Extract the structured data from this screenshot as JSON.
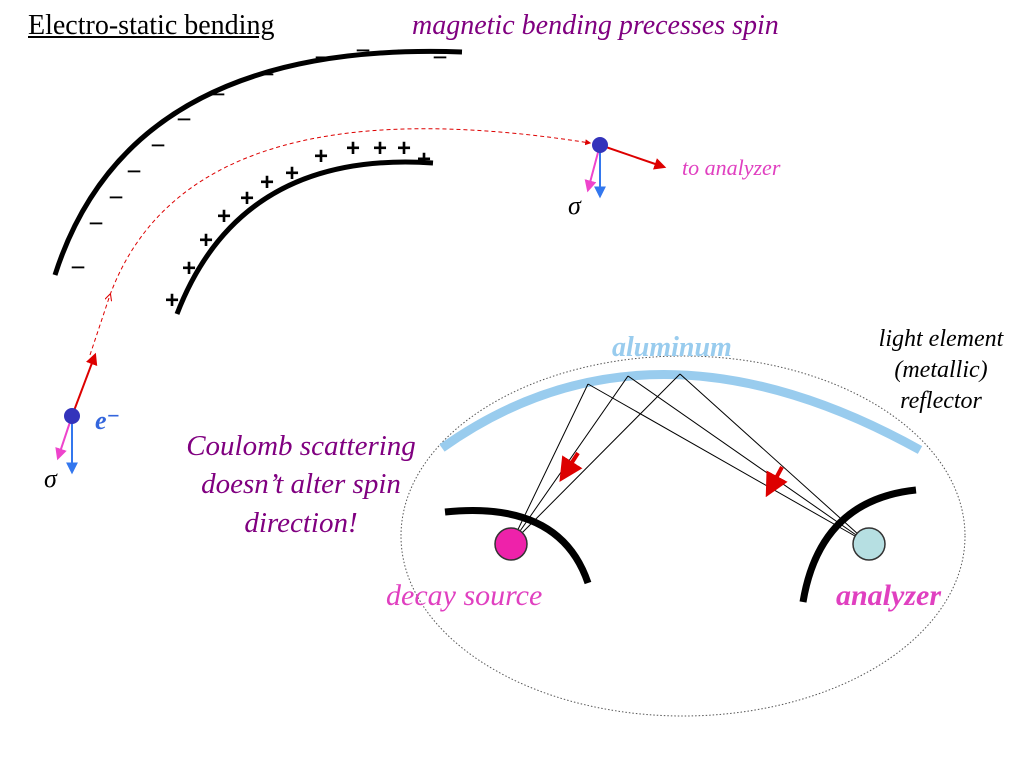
{
  "title": "Electro-static bending",
  "magnetic_note": "magnetic bending precesses spin",
  "to_analyzer": "to analyzer",
  "sigma_label": "σ⃗",
  "electron_label": "e⁻",
  "aluminum_label": "aluminum",
  "reflector_note": "light element (metallic) reflector",
  "coulomb_note": "Coulomb scattering doesn’t alter spin direction!",
  "decay_source_label": "decay source",
  "analyzer_label": "analyzer",
  "outer_plate_charge": "−",
  "inner_plate_charge": "+",
  "colors": {
    "purple_text": "#800080",
    "magenta_text": "#e040c0",
    "blue_text": "#3366dd",
    "aluminum": "#99ccee",
    "electron_dot": "#3333bb",
    "decay_source": "#ee22aa",
    "analyzer_ball": "#b6dfe2",
    "momentum_arrow": "#dd0000",
    "spin_vertical": "#3377ee",
    "spin_diagonal": "#ee44cc"
  }
}
